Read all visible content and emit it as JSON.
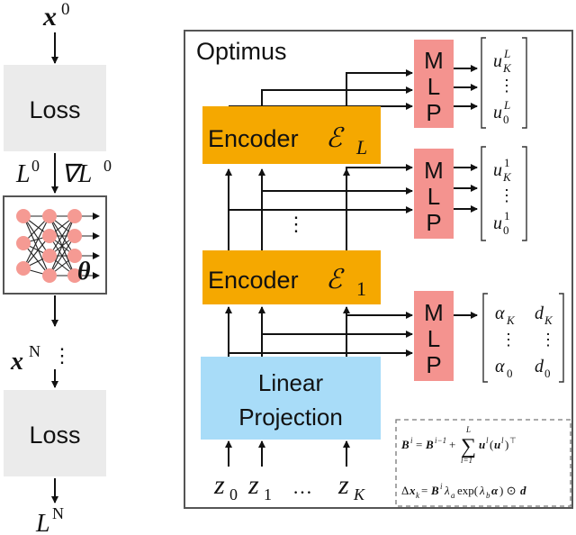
{
  "left": {
    "x0_base": "x",
    "x0_sup": "0",
    "loss_top": "Loss",
    "L0_base": "L",
    "L0_sup": "0",
    "gradL0_base": "∇L",
    "gradL0_sup": "0",
    "theta": "θ",
    "xN_base": "x",
    "xN_sup": "N",
    "loss_bottom": "Loss",
    "LN_base": "L",
    "LN_sup": "N"
  },
  "optimus": {
    "title": "Optimus",
    "encoder_L": "Encoder",
    "encoder_L_sym": "ℰ",
    "encoder_L_sub": "L",
    "encoder_1": "Encoder",
    "encoder_1_sym": "ℰ",
    "encoder_1_sub": "1",
    "mlp_label": [
      "M",
      "L",
      "P"
    ],
    "linear_line1": "Linear",
    "linear_line2": "Projection",
    "dots": "⋮",
    "inputs": [
      {
        "base": "z",
        "sub": "0"
      },
      {
        "base": "z",
        "sub": "1"
      },
      {
        "base": "…",
        "sub": ""
      },
      {
        "base": "z",
        "sub": "K"
      }
    ],
    "matrix_L": {
      "top_base": "u",
      "top_sub": "K",
      "top_sup": "L",
      "mid": "⋮",
      "bot_base": "u",
      "bot_sub": "0",
      "bot_sup": "L"
    },
    "matrix_1": {
      "top_base": "u",
      "top_sub": "K",
      "top_sup": "1",
      "mid": "⋮",
      "bot_base": "u",
      "bot_sub": "0",
      "bot_sup": "1"
    },
    "matrix_alpha": {
      "r1c1": "α",
      "r1c1_sub": "K",
      "r1c2": "d",
      "r1c2_sub": "K",
      "mid": "⋮",
      "r3c1": "α",
      "r3c1_sub": "0",
      "r3c2": "d",
      "r3c2_sub": "0"
    },
    "formula1": "Bⁱ = Bⁱ⁻¹ + Σ uˡ(uˡ)ᵀ",
    "formula1_sum_top": "L",
    "formula1_sum_bot": "l=1",
    "formula2": "Δxₖ = Bⁱ λₐ exp(λ_b α) ⊙ d"
  },
  "colors": {
    "loss_fill": "#ebebeb",
    "encoder_fill": "#f5a800",
    "mlp_fill": "#f4938f",
    "linear_fill": "#a8dcf8",
    "node_fill": "#f59a93",
    "frame": "#555555"
  }
}
